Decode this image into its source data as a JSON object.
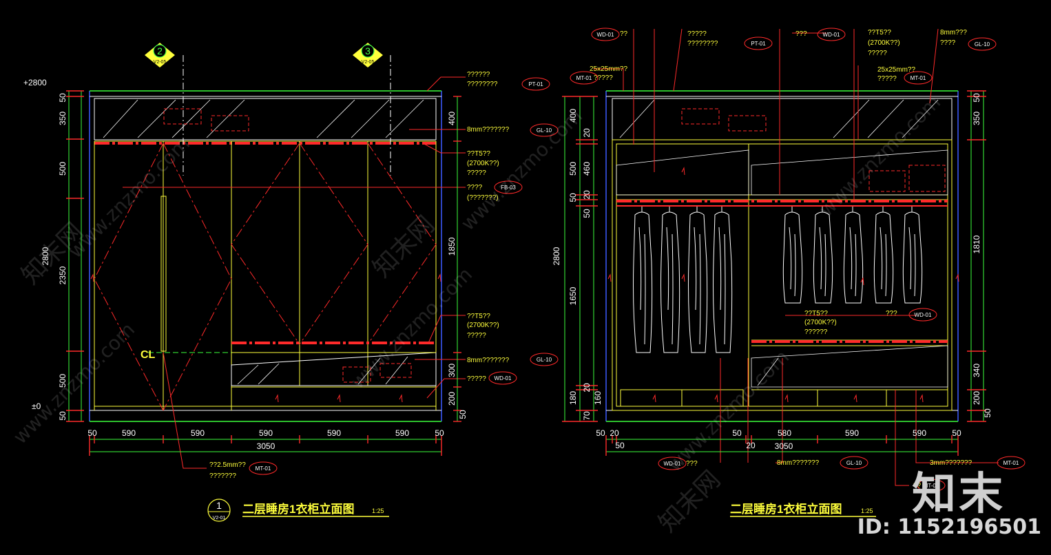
{
  "left": {
    "title": "二层睡房1衣柜立面图",
    "scale": "1:25",
    "drawing_no": "1",
    "drawing_ref": "V2-01",
    "level_top": "+2800",
    "level_bottom": "±0",
    "sec_ref_2": "2",
    "sec_ref_3": "3",
    "sec_sub": "V2-05",
    "cl": "CL",
    "dims_left": [
      "50",
      "350",
      "500",
      "2350",
      "500",
      "50"
    ],
    "dim_total_h": "2800",
    "dims_right": [
      "400",
      "1850",
      "300",
      "200",
      "50"
    ],
    "dims_bottom": [
      "50",
      "590",
      "590",
      "590",
      "590",
      "590",
      "50"
    ],
    "dim_total_w": "3050",
    "notes": {
      "n1a": "??????",
      "n1b": "????????",
      "n2": "8mm???????",
      "n3a": "??T5??",
      "n3b": "(2700K??)",
      "n3c": "?????",
      "n4a": "????",
      "n4b": "(???????)",
      "n5a": "??T5??",
      "n5b": "(2700K??)",
      "n5c": "?????",
      "n6": "8mm???????",
      "n7": "?????",
      "n8a": "??2.5mm??",
      "n8b": "???????"
    },
    "tags": [
      "PT-01",
      "GL-10",
      "FB-03",
      "GL-10",
      "WD-01",
      "MT-01"
    ]
  },
  "right": {
    "title": "二层睡房1衣柜立面图",
    "scale": "1:25",
    "dims_left": [
      "400",
      "20",
      "500",
      "460",
      "50",
      "20",
      "50",
      "1650",
      "20",
      "180",
      "160",
      "70"
    ],
    "dim_total_h": "2800",
    "dims_right": [
      "50",
      "350",
      "1810",
      "340",
      "200",
      "50"
    ],
    "dims_bottom_a": [
      "50",
      "20",
      "50",
      "580",
      "590",
      "590",
      "50"
    ],
    "dims_bottom_b": [
      "50",
      "20"
    ],
    "dim_total_w": "3050",
    "notes": {
      "r1": "??",
      "r2a": "?????",
      "r2b": "????????",
      "r3": "???",
      "r4a": "??T5??",
      "r4b": "(2700K??)",
      "r4c": "?????",
      "r5a": "8mm???",
      "r5b": "????",
      "r6a": "25x25mm??",
      "r6b": "?????",
      "r7a": "25x25mm??",
      "r7b": "?????",
      "r8a": "??T5??",
      "r8b": "(2700K??)",
      "r8c": "??????",
      "r9": "???",
      "r10": "???",
      "r11": "8mm???????",
      "r12": "3mm???????",
      "r13": "??"
    },
    "tags": [
      "WD-01",
      "PT-01",
      "WD-01",
      "GL-10",
      "MT-01",
      "MT-01",
      "WD-01",
      "WD-01",
      "GL-10",
      "MT-01",
      "MT-01"
    ]
  },
  "watermark": "www.znzmo.com",
  "watermark_cn": "知末网",
  "brand": "知末",
  "image_id": "ID: 1152196501",
  "colors": {
    "background": "#000000",
    "line_red": "#ff2a2a",
    "line_yellow": "#ffff3c",
    "line_white": "#ffffff",
    "line_green": "#3cff3c",
    "line_blue": "#3c5aff"
  }
}
